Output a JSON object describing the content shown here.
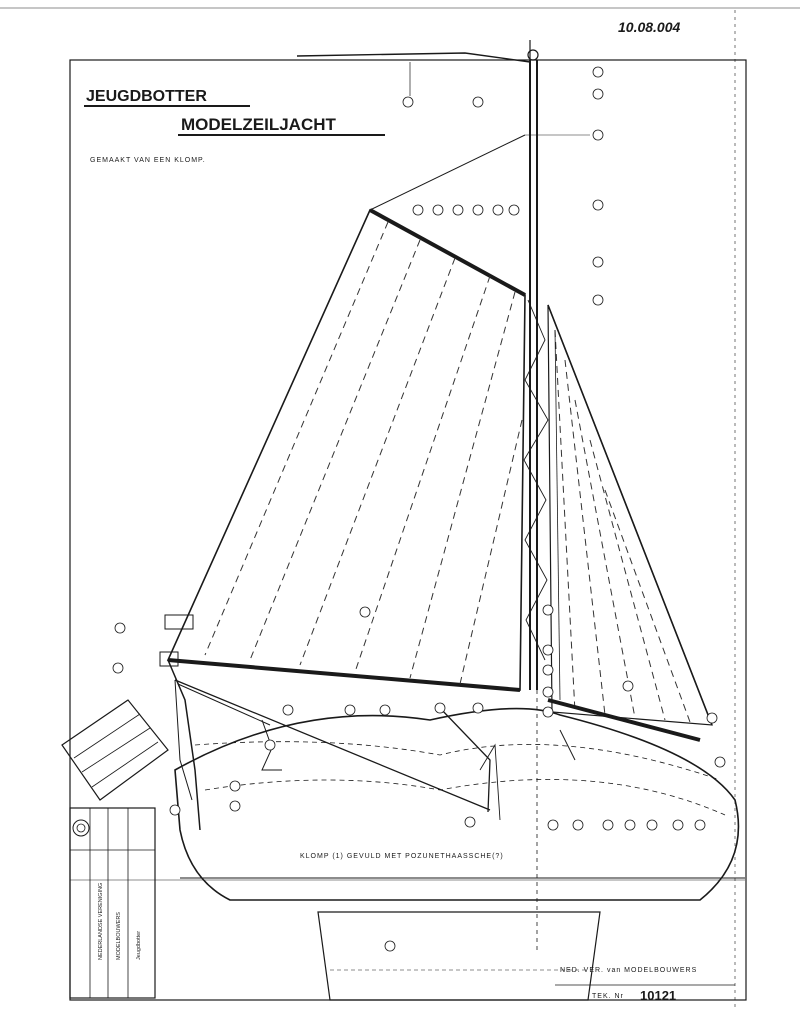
{
  "header": {
    "date_note": "10.08.004",
    "title_line1": "JEUGDBOTTER",
    "title_line2": "MODELZEILJACHT",
    "subtitle": "GEMAAKT VAN EEN KLOMP."
  },
  "hull_note": "KLOMP (1) GEVULD MET POZUNETHAASSCHE(?)",
  "footer": {
    "org_line": "NED. VER. van MODELBOUWERS",
    "drawing_no_label": "TEK. Nr",
    "drawing_no": "10121"
  },
  "title_block": {
    "org_a": "NEDERLANDSE VERENIGING",
    "org_b": "MODELBOUWERS",
    "boat_name": "Jeugdbotter"
  },
  "colors": {
    "ink": "#1a1a1a",
    "paper": "#ffffff"
  },
  "icons": [
    "emblem-seal-icon"
  ]
}
